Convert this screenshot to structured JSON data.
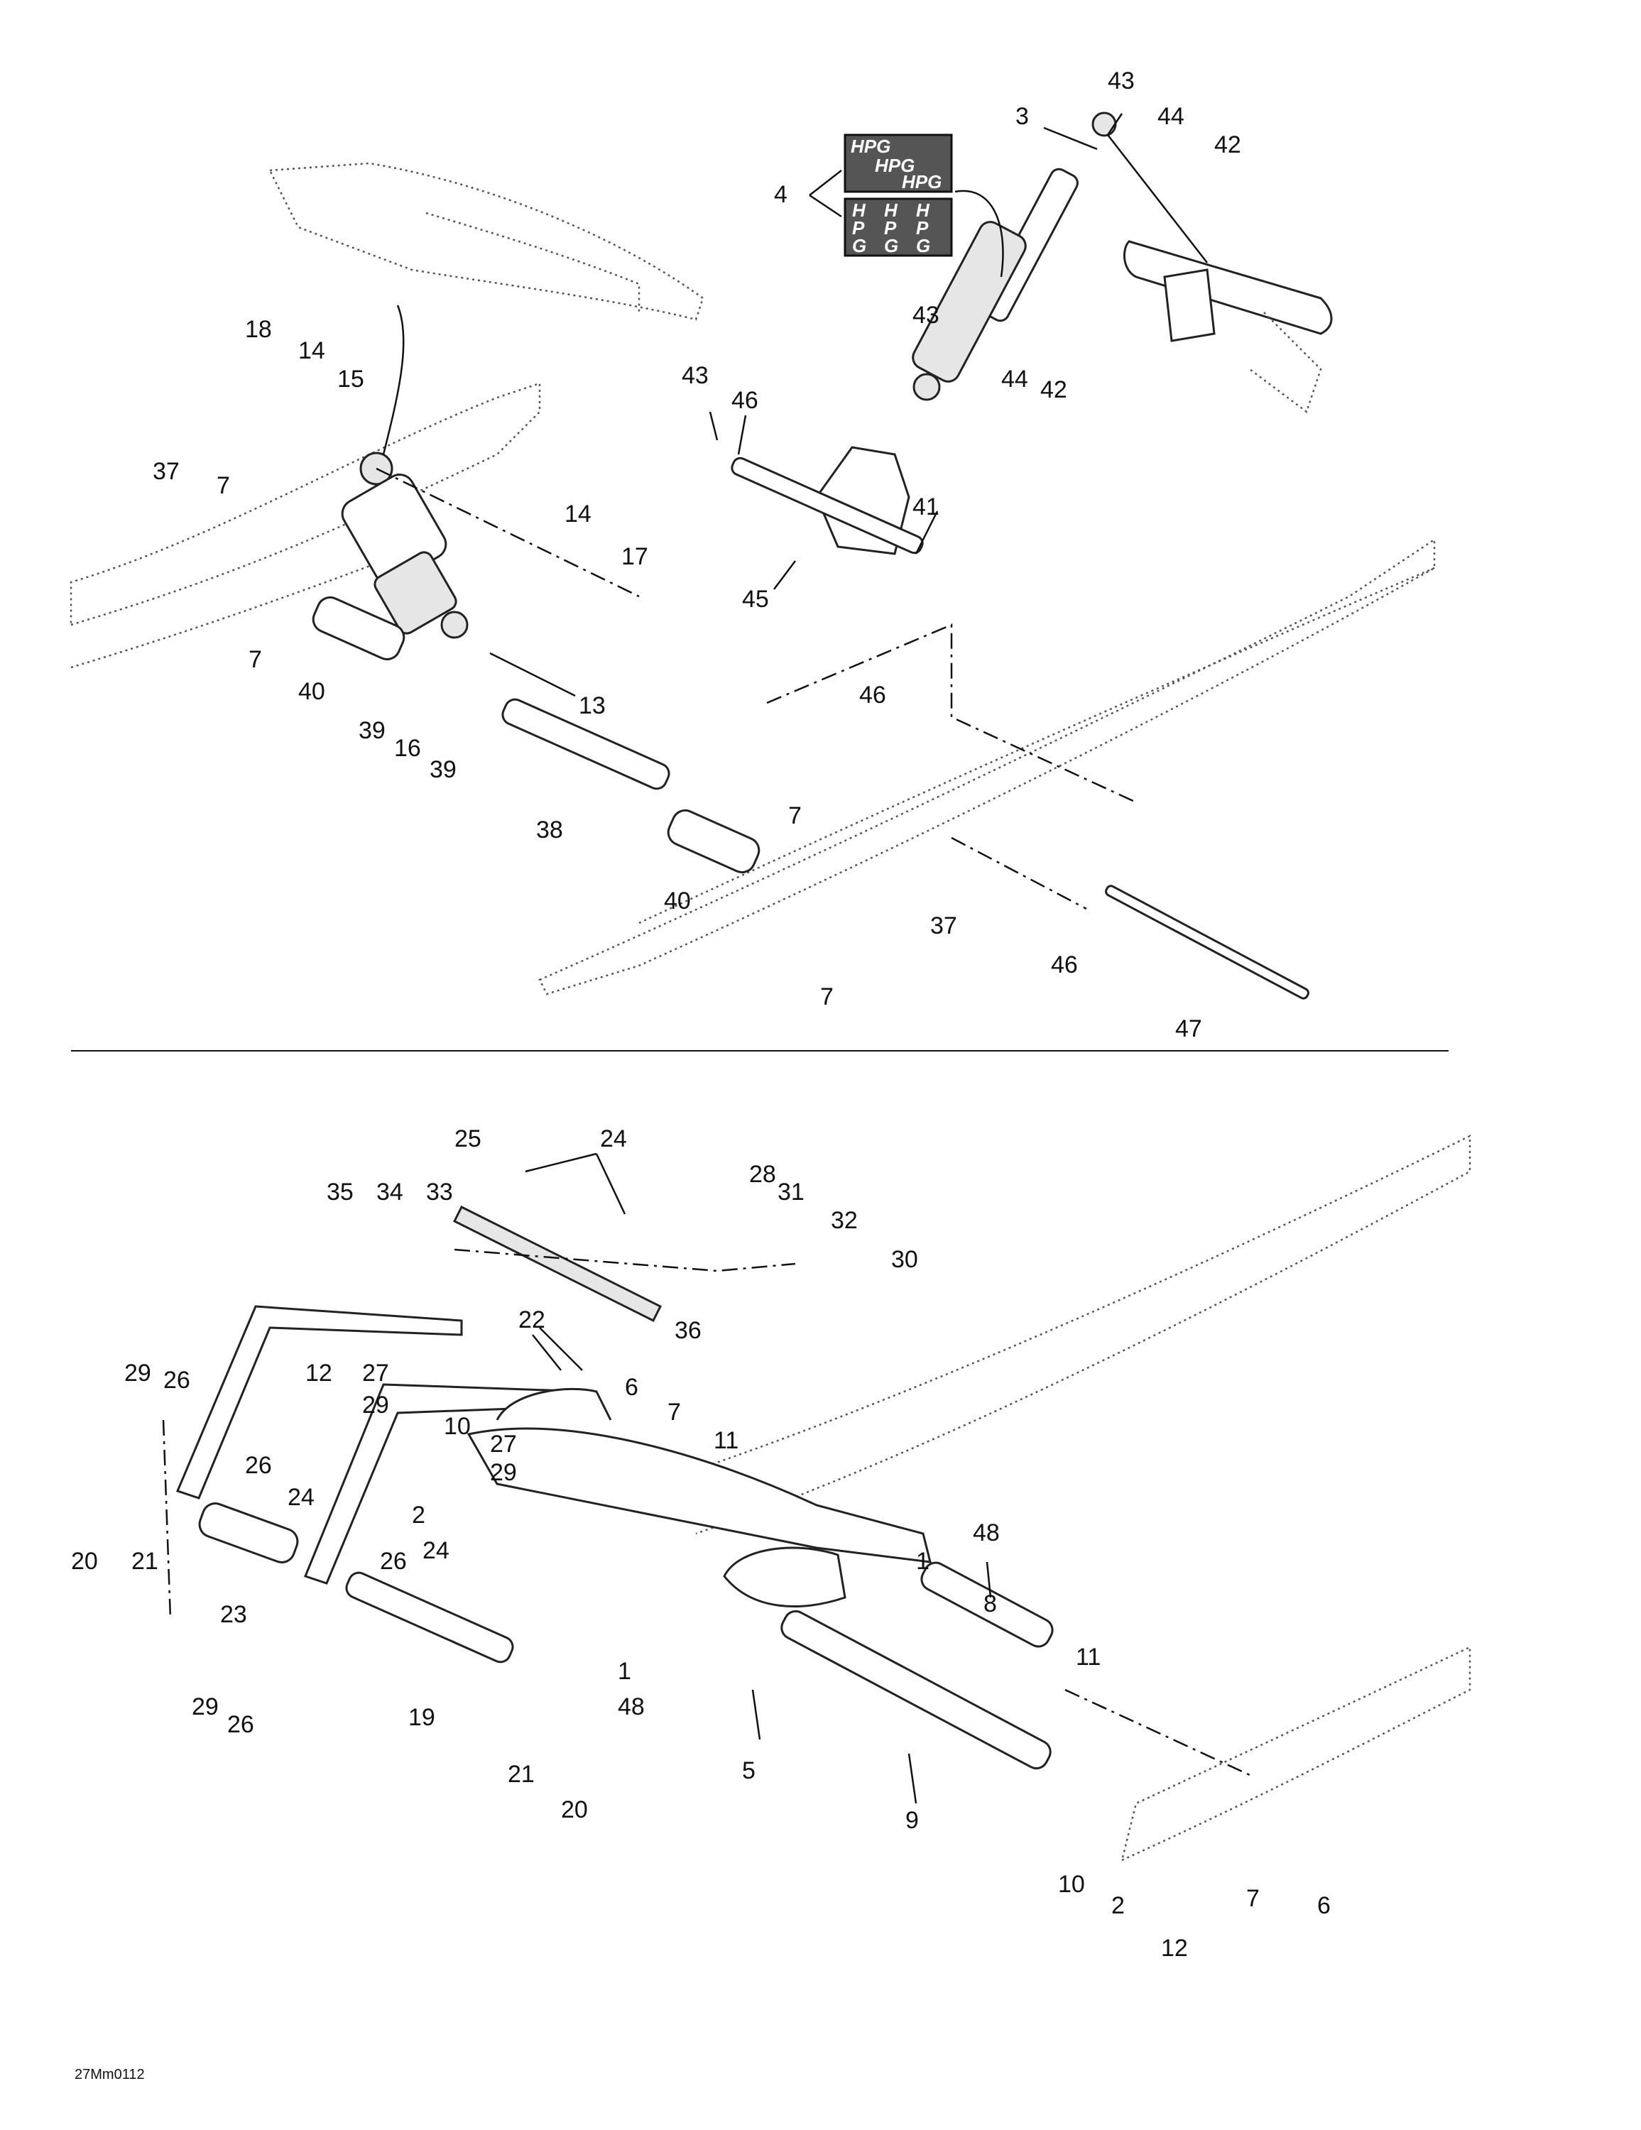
{
  "drawing_code": "27Mm0112",
  "decal_text": [
    "HPG",
    "HPG",
    "HPG",
    "H",
    "H",
    "H",
    "P",
    "P",
    "P",
    "G",
    "G",
    "G"
  ],
  "callouts_top": [
    "43",
    "3",
    "44",
    "42",
    "4",
    "43",
    "44",
    "42",
    "18",
    "14",
    "15",
    "43",
    "46",
    "37",
    "7",
    "41",
    "14",
    "17",
    "45",
    "7",
    "40",
    "39",
    "16",
    "39",
    "13",
    "46",
    "38",
    "7",
    "40",
    "37",
    "46",
    "7",
    "47"
  ],
  "callouts_bottom": [
    "25",
    "24",
    "28",
    "31",
    "35",
    "34",
    "33",
    "32",
    "30",
    "36",
    "22",
    "29",
    "26",
    "12",
    "27",
    "29",
    "6",
    "7",
    "10",
    "27",
    "29",
    "11",
    "26",
    "24",
    "2",
    "48",
    "20",
    "21",
    "1",
    "26",
    "24",
    "23",
    "8",
    "11",
    "1",
    "48",
    "29",
    "26",
    "19",
    "5",
    "21",
    "20",
    "9",
    "7",
    "6",
    "10",
    "2",
    "12"
  ]
}
